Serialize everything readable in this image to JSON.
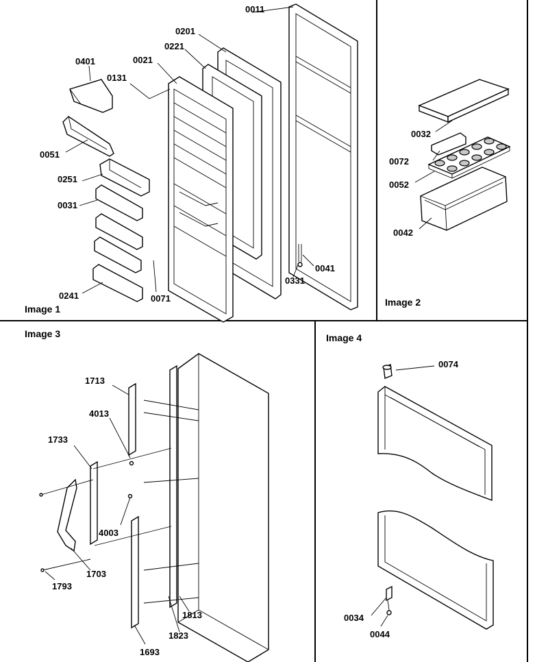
{
  "panels": [
    {
      "caption": "Image 1",
      "labels": [
        "0011",
        "0201",
        "0221",
        "0021",
        "0131",
        "0401",
        "0051",
        "0251",
        "0031",
        "0241",
        "0071",
        "0331",
        "0041"
      ]
    },
    {
      "caption": "Image 2",
      "labels": [
        "0032",
        "0072",
        "0052",
        "0042"
      ]
    },
    {
      "caption": "Image 3",
      "labels": [
        "1713",
        "4013",
        "1733",
        "4003",
        "1703",
        "1793",
        "1813",
        "1823",
        "1693"
      ]
    },
    {
      "caption": "Image 4",
      "labels": [
        "0074",
        "0034",
        "0044"
      ]
    }
  ]
}
